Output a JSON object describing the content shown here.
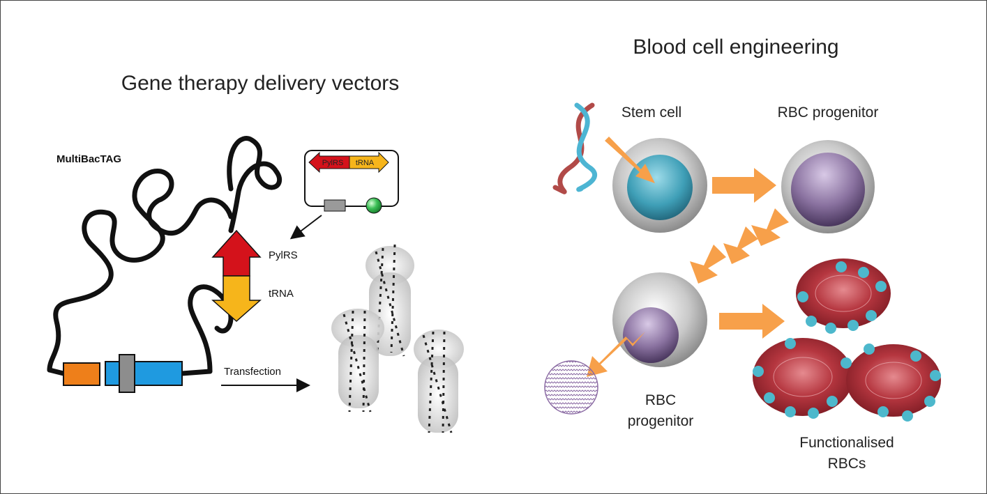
{
  "left_panel": {
    "title": "Gene therapy delivery vectors",
    "construct_label": "MultiBacTAG",
    "plasmid_gene_1": "PylRS",
    "plasmid_gene_2": "tRNA",
    "insert_label_1": "PylRS",
    "insert_label_2": "tRNA",
    "arrow_label": "Transfection"
  },
  "right_panel": {
    "title": "Blood cell engineering",
    "stem_cell_label": "Stem cell",
    "progenitor_label_top": "RBC progenitor",
    "progenitor_label_bottom_1": "RBC",
    "progenitor_label_bottom_2": "progenitor",
    "result_label_1": "Functionalised",
    "result_label_2": "RBCs"
  },
  "colors": {
    "orange_arrow": "#F7A04A",
    "stem_nucleus": "#3B9FB8",
    "progenitor_nucleus": "#7E6791",
    "rbc_red": "#A8323A",
    "tag_blue": "#4DB8CC",
    "pylrs_red": "#D4121B",
    "trna_yellow": "#F6B51B",
    "gene_blue": "#1F9AE0",
    "gene_orange": "#EE7F1A"
  }
}
